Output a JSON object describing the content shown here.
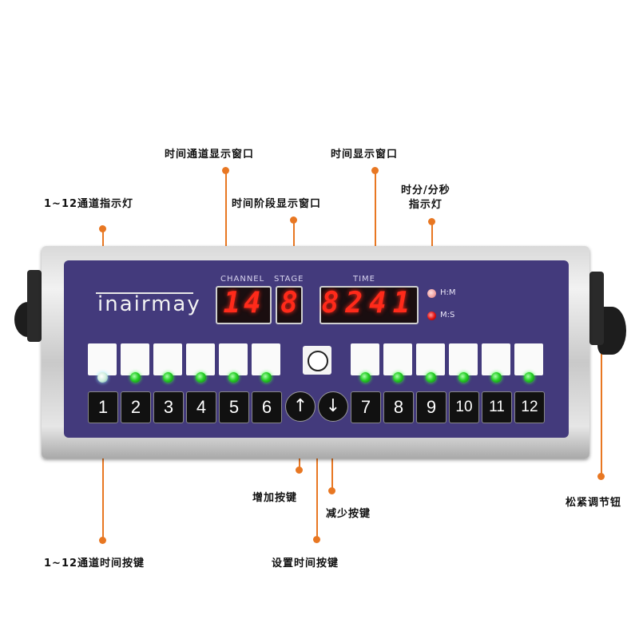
{
  "annotations": {
    "channel_display": "时间通道显示窗口",
    "time_display": "时间显示窗口",
    "stage_display": "时间阶段显示窗口",
    "channel_indicators": "1~12通道指示灯",
    "hm_ms_indicator": "时分/分秒\n指示灯",
    "increase_button": "增加按键",
    "decrease_button": "减少按键",
    "tension_knob": "松紧调节钮",
    "channel_buttons": "1~12通道时间按键",
    "set_time_button": "设置时间按键"
  },
  "panel": {
    "brand": "inairmay",
    "channel_label": "CHANNEL",
    "stage_label": "STAGE",
    "time_label": "TIME",
    "channel_value": "14",
    "stage_value": "8",
    "time_value": "8241",
    "hm_label": "H:M",
    "ms_label": "M:S",
    "up_symbol": "↑",
    "down_symbol": "↓"
  },
  "buttons_left": [
    "1",
    "2",
    "3",
    "4",
    "5",
    "6"
  ],
  "buttons_right": [
    "7",
    "8",
    "9",
    "10",
    "11",
    "12"
  ],
  "colors": {
    "panel": "#433a7c",
    "accent": "#e87722",
    "led_green": "#29d129",
    "segment_red": "#ff2a1a"
  }
}
